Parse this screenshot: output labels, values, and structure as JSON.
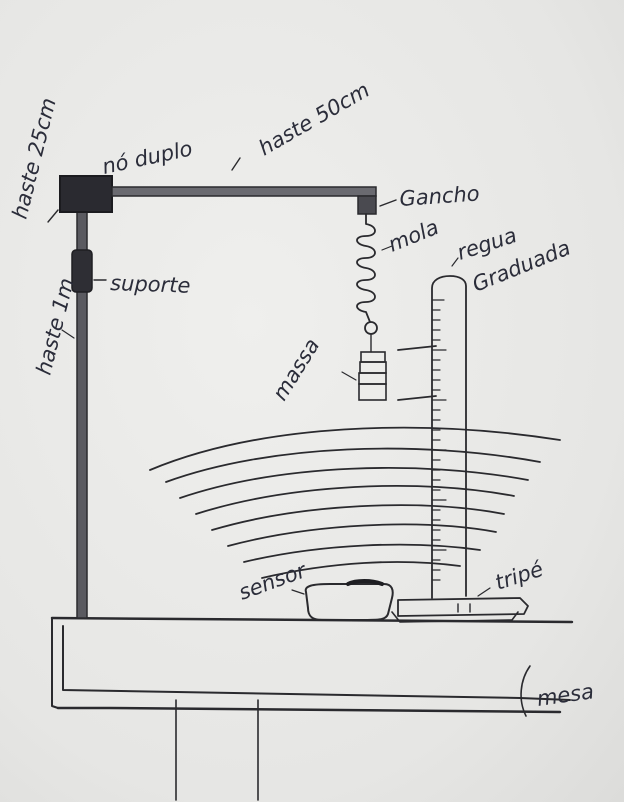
{
  "labels": {
    "haste_25": "haste 25cm",
    "no_duplo": "nó duplo",
    "haste_50": "haste 50cm",
    "gancho": "Gancho",
    "mola": "mola",
    "regua": "regua",
    "graduada": "Graduada",
    "suporte": "suporte",
    "haste_1m": "haste 1m",
    "massa": "massa",
    "sensor": "sensor",
    "tripe": "tripé",
    "mesa": "mesa"
  }
}
